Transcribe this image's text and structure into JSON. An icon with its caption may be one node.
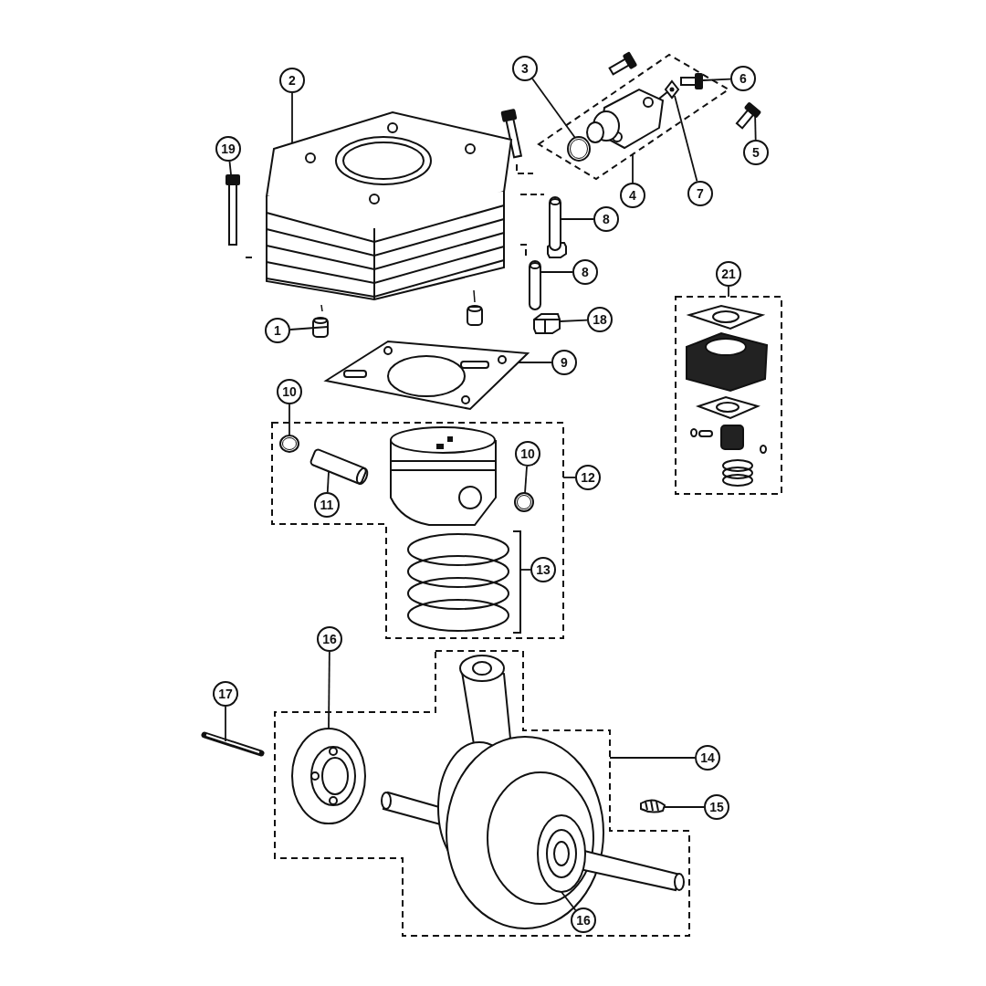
{
  "diagram": {
    "nodes": [
      {
        "text": [
          "2"
        ]
      },
      {
        "text": [],
        "shape": "picture"
      },
      {
        "text": [
          "19"
        ]
      },
      {
        "text": [],
        "shape": "picture"
      },
      {
        "text": [
          "3"
        ]
      },
      {
        "text": [],
        "shape": "box"
      },
      {
        "text": [],
        "shape": "circle",
        "in": 5
      },
      {
        "text": [],
        "shape": "picture",
        "in": 5
      },
      {
        "text": [
          "6"
        ]
      },
      {
        "text": [],
        "shape": "picture",
        "in": 5
      },
      {
        "text": [
          "7"
        ]
      },
      {
        "text": [
          "4"
        ]
      },
      {
        "text": [
          "5"
        ]
      },
      {
        "text": [],
        "shape": "picture"
      },
      {
        "text": [
          "8"
        ]
      },
      {
        "text": [],
        "shape": "bar"
      },
      {
        "text": [
          "8"
        ]
      },
      {
        "text": [],
        "shape": "bar"
      },
      {
        "text": [
          "21"
        ]
      },
      {
        "text": [],
        "shape": "box"
      },
      {
        "text": [
          "18"
        ]
      },
      {
        "text": [],
        "shape": "picture"
      },
      {
        "text": [
          "1"
        ]
      },
      {
        "text": [],
        "shape": "picture"
      },
      {
        "text": [
          "9"
        ]
      },
      {
        "text": [],
        "shape": "picture"
      },
      {
        "text": [
          "10"
        ]
      },
      {
        "text": [],
        "shape": "box"
      },
      {
        "text": [],
        "shape": "circle",
        "in": 27
      },
      {
        "text": [
          "10"
        ],
        "in": 27
      },
      {
        "text": [],
        "shape": "circle",
        "in": 27
      },
      {
        "text": [
          "12"
        ]
      },
      {
        "text": [
          "11"
        ],
        "in": 27
      },
      {
        "text": [],
        "shape": "picture",
        "in": 27
      },
      {
        "text": [
          "13"
        ],
        "in": 27
      },
      {
        "text": [],
        "shape": "picture",
        "in": 27
      },
      {
        "text": [
          "17"
        ]
      },
      {
        "text": [],
        "shape": "picture"
      },
      {
        "text": [
          "16"
        ]
      },
      {
        "text": [],
        "shape": "box"
      },
      {
        "text": [],
        "shape": "picture",
        "in": 39
      },
      {
        "text": [
          "14"
        ]
      },
      {
        "text": [
          "15"
        ]
      },
      {
        "text": [],
        "shape": "picture"
      },
      {
        "text": [],
        "shape": "picture",
        "in": 39
      },
      {
        "text": [
          "16"
        ],
        "in": 39
      }
    ],
    "edges": [
      {
        "from": 0,
        "to": 1,
        "arrow": "none"
      },
      {
        "from": 2,
        "to": 3,
        "arrow": "none"
      },
      {
        "from": 4,
        "to": 6,
        "arrow": "none"
      },
      {
        "from": 8,
        "to": 9,
        "arrow": "none"
      },
      {
        "from": 10,
        "to": 7,
        "arrow": "none"
      },
      {
        "from": 11,
        "to": 5,
        "arrow": "none"
      },
      {
        "from": 12,
        "to": 13,
        "arrow": "none"
      },
      {
        "from": 14,
        "to": 15,
        "arrow": "none"
      },
      {
        "from": 16,
        "to": 17,
        "arrow": "none"
      },
      {
        "from": 18,
        "to": 19,
        "arrow": "none"
      },
      {
        "from": 20,
        "to": 21,
        "arrow": "none"
      },
      {
        "from": 22,
        "to": 23,
        "arrow": "none"
      },
      {
        "from": 24,
        "to": 25,
        "arrow": "none"
      },
      {
        "from": 26,
        "to": 28,
        "arrow": "none"
      },
      {
        "from": 29,
        "to": 30,
        "arrow": "none"
      },
      {
        "from": 31,
        "to": 27,
        "arrow": "none"
      },
      {
        "from": 32,
        "to": 33,
        "arrow": "none"
      },
      {
        "from": 34,
        "to": 35,
        "arrow": "none"
      },
      {
        "from": 36,
        "to": 37,
        "arrow": "none"
      },
      {
        "from": 38,
        "to": 40,
        "arrow": "none"
      },
      {
        "from": 41,
        "to": 39,
        "arrow": "none"
      },
      {
        "from": 42,
        "to": 43,
        "arrow": "none"
      },
      {
        "from": 45,
        "to": 44,
        "arrow": "none"
      }
    ]
  }
}
